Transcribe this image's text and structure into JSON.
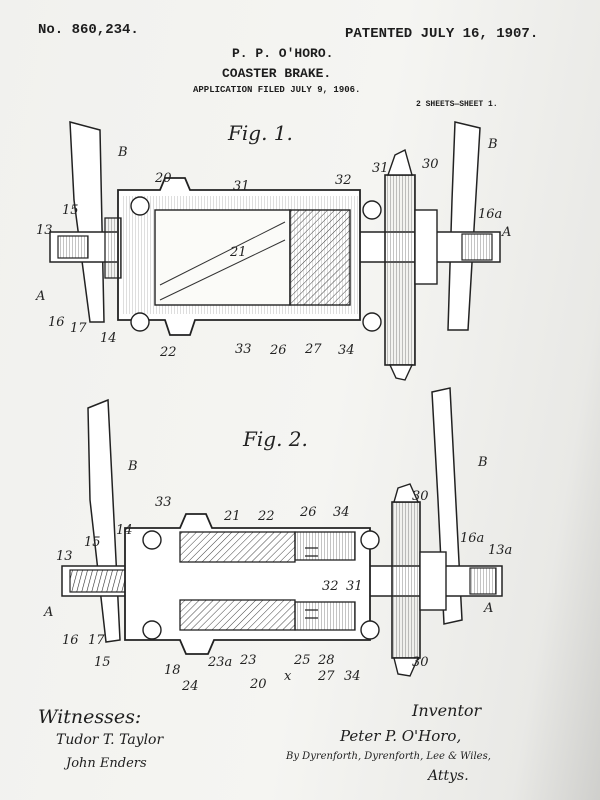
{
  "header": {
    "patent_no": "No. 860,234.",
    "patented": "PATENTED JULY 16, 1907.",
    "inventor_name": "P. P. O'HORO.",
    "title": "COASTER BRAKE.",
    "application": "APPLICATION FILED JULY 9, 1906.",
    "sheets": "2 SHEETS—SHEET 1."
  },
  "fig1": {
    "title": "Fig. 1.",
    "labels": [
      "B",
      "B",
      "20",
      "31",
      "32",
      "31",
      "30",
      "16a",
      "15",
      "13",
      "A",
      "A",
      "21",
      "16",
      "17",
      "14",
      "22",
      "33",
      "26",
      "27",
      "34"
    ]
  },
  "fig2": {
    "title": "Fig. 2.",
    "labels": [
      "B",
      "B",
      "33",
      "21",
      "22",
      "26",
      "34",
      "30",
      "14",
      "15",
      "13",
      "16a",
      "13a",
      "32",
      "31",
      "A",
      "A",
      "16",
      "17",
      "15",
      "18",
      "24",
      "23a",
      "23",
      "20",
      "x",
      "25",
      "28",
      "27",
      "34",
      "30"
    ]
  },
  "footer": {
    "witnesses_label": "Witnesses:",
    "witness_1": "Tudor T. Taylor",
    "witness_2": "John Enders",
    "inventor_label": "Inventor",
    "inventor_signature": "Peter P. O'Horo,",
    "attorneys": "By Dyrenforth, Dyrenforth, Lee & Wiles,",
    "attys": "Attys."
  }
}
